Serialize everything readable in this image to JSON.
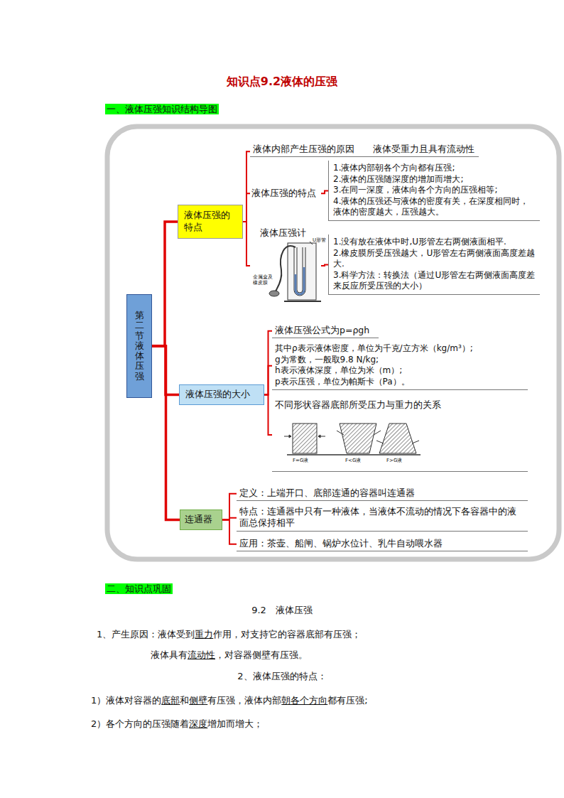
{
  "diagram": {
    "title": "知识点9.2液体的压强",
    "nodes": [
      {
        "text": [
          "第二节液体压强"
        ]
      },
      {
        "text": [
          "液体压强的特点"
        ]
      },
      {
        "text": [
          "液体内部产生压强的原因",
          "液体受重力且具有流动性"
        ]
      },
      {
        "text": [
          "液体压强的特点"
        ]
      },
      {
        "text": [
          "1.液体内部朝各个方向都有压强;",
          "2.液体的压强随深度的增加而增大;",
          "3.在同一深度，液体向各个方向的压强相等;",
          "4.液体的压强还与液体的密度有关，在深度相同时，液体的密度越大，压强越大。"
        ]
      },
      {
        "text": [
          "液体压强计"
        ]
      },
      {
        "text": [
          "1.没有放在液体中时,U形管左右两侧液面相平.",
          "2.橡皮膜所受压强越大，U形管左右两侧液面高度差越大.",
          "3.科学方法：转换法（通过U形管左右两侧液面高度差来反应所受压强的大小）"
        ]
      },
      {
        "text": [
          "液体压强的大小"
        ]
      },
      {
        "text": [
          "液体压强公式为p=ρgh"
        ]
      },
      {
        "text": [
          "其中ρ表示液体密度，单位为千克/立方米（kg/m³）;",
          "g为常数，一般取9.8 N/kg;",
          "h表示液体深度，单位为米（m）;",
          "p表示压强，单位为帕斯卡（Pa）。"
        ]
      },
      {
        "text": [
          "不同形状容器底部所受压力与重力的关系"
        ]
      },
      {
        "text": [
          "连通器"
        ]
      },
      {
        "text": [
          "定义：上端开口、底部连通的容器叫连通器"
        ]
      },
      {
        "text": [
          "特点：连通器中只有一种液体，当液体不流动的情况下各容器中的液面总保持相平"
        ]
      },
      {
        "text": [
          "应用：茶壶、船闸、锅炉水位计、乳牛自动喂水器"
        ]
      }
    ],
    "edges": [
      {
        "from": 0,
        "to": 1,
        "arrow": "none"
      },
      {
        "from": 0,
        "to": 7,
        "arrow": "none"
      },
      {
        "from": 0,
        "to": 11,
        "arrow": "none"
      },
      {
        "from": 1,
        "to": 2,
        "arrow": "none"
      },
      {
        "from": 1,
        "to": 3,
        "arrow": "none"
      },
      {
        "from": 1,
        "to": 5,
        "arrow": "none"
      },
      {
        "from": 3,
        "to": 4,
        "arrow": "none"
      },
      {
        "from": 5,
        "to": 6,
        "arrow": "none"
      },
      {
        "from": 7,
        "to": 8,
        "arrow": "none"
      },
      {
        "from": 7,
        "to": 9,
        "arrow": "none"
      },
      {
        "from": 7,
        "to": 10,
        "arrow": "none"
      },
      {
        "from": 11,
        "to": 12,
        "arrow": "none"
      },
      {
        "from": 11,
        "to": 13,
        "arrow": "none"
      },
      {
        "from": 11,
        "to": 14,
        "arrow": "none"
      }
    ],
    "labels": [
      "一、液体压强知识结构导图",
      "U形管",
      "金属盒及橡皮膜",
      "F=G液",
      "F<G液",
      "F>G液",
      "二、知识点巩固",
      "9.2　液体压强",
      "1、产生原因：液体受到",
      "重力",
      "作用，对支持它的容器底部有压强；",
      "液体具有",
      "流动性",
      "，对容器侧壁有压强。",
      "2、液体压强的特点：",
      "1）液体对容器的",
      "底部",
      "和",
      "侧壁",
      "有压强，液体内部",
      "朝各个方向",
      "都有压强;",
      "2）各个方向的压强随着",
      "深度",
      "增加而增大；"
    ]
  }
}
